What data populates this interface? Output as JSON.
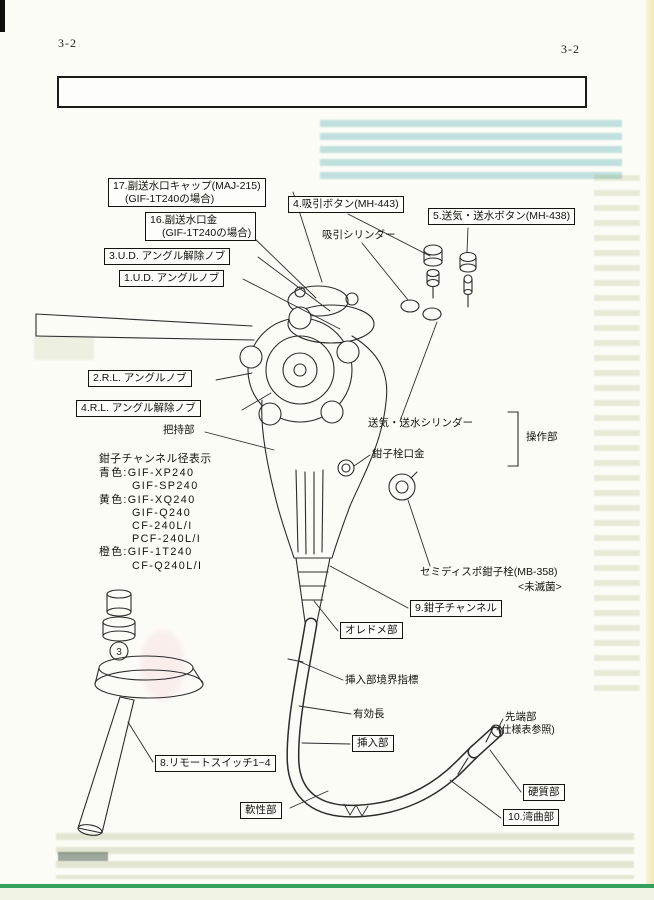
{
  "page": {
    "page_number_left": "3-2",
    "page_number_right": "3-2"
  },
  "drawing": {
    "circled_number": "3"
  },
  "labels": {
    "aux_water_cap_1": "17.副送水口キャップ(MAJ-215)",
    "aux_water_cap_2": "(GIF-1T240の場合)",
    "aux_water_mouth_1": "16.副送水口金",
    "aux_water_mouth_2": "(GIF-1T240の場合)",
    "ud_release": "3.U.D. アングル解除ノブ",
    "ud_knob": "1.U.D. アングルノブ",
    "suction_button": "4.吸引ボタン(MH-443)",
    "suction_cylinder": "吸引シリンダー",
    "air_water_button": "5.送気・送水ボタン(MH-438)",
    "rl_knob": "2.R.L. アングルノブ",
    "rl_release": "4.R.L. アングル解除ノブ",
    "grip": "把持部",
    "air_water_cylinder": "送気・送水シリンダー",
    "forceps_plug_mouth": "鉗子栓口金",
    "operation_section": "操作部",
    "channel_title": "鉗子チャンネル径表示",
    "channel_rows": [
      "青色:GIF-XP240",
      "GIF-SP240",
      "黄色:GIF-XQ240",
      "GIF-Q240",
      "CF-240L/I",
      "PCF-240L/I",
      "橙色:GIF-1T240",
      "CF-Q240L/I"
    ],
    "semi_dispo_valve": "セミディスポ鉗子栓(MB-358)",
    "unsterilized": "<未滅菌>",
    "forceps_channel": "9.鉗子チャンネル",
    "boot": "オレドメ部",
    "insertion_boundary": "挿入部境界指標",
    "effective_length": "有効長",
    "insertion_section": "挿入部",
    "distal_tip": "先端部",
    "distal_tip_note": "(仕様表参照)",
    "remote_switches": "8.リモートスイッチ1~4",
    "flexible_section": "軟性部",
    "rigid_section": "硬質部",
    "bending_section": "10.湾曲部"
  }
}
